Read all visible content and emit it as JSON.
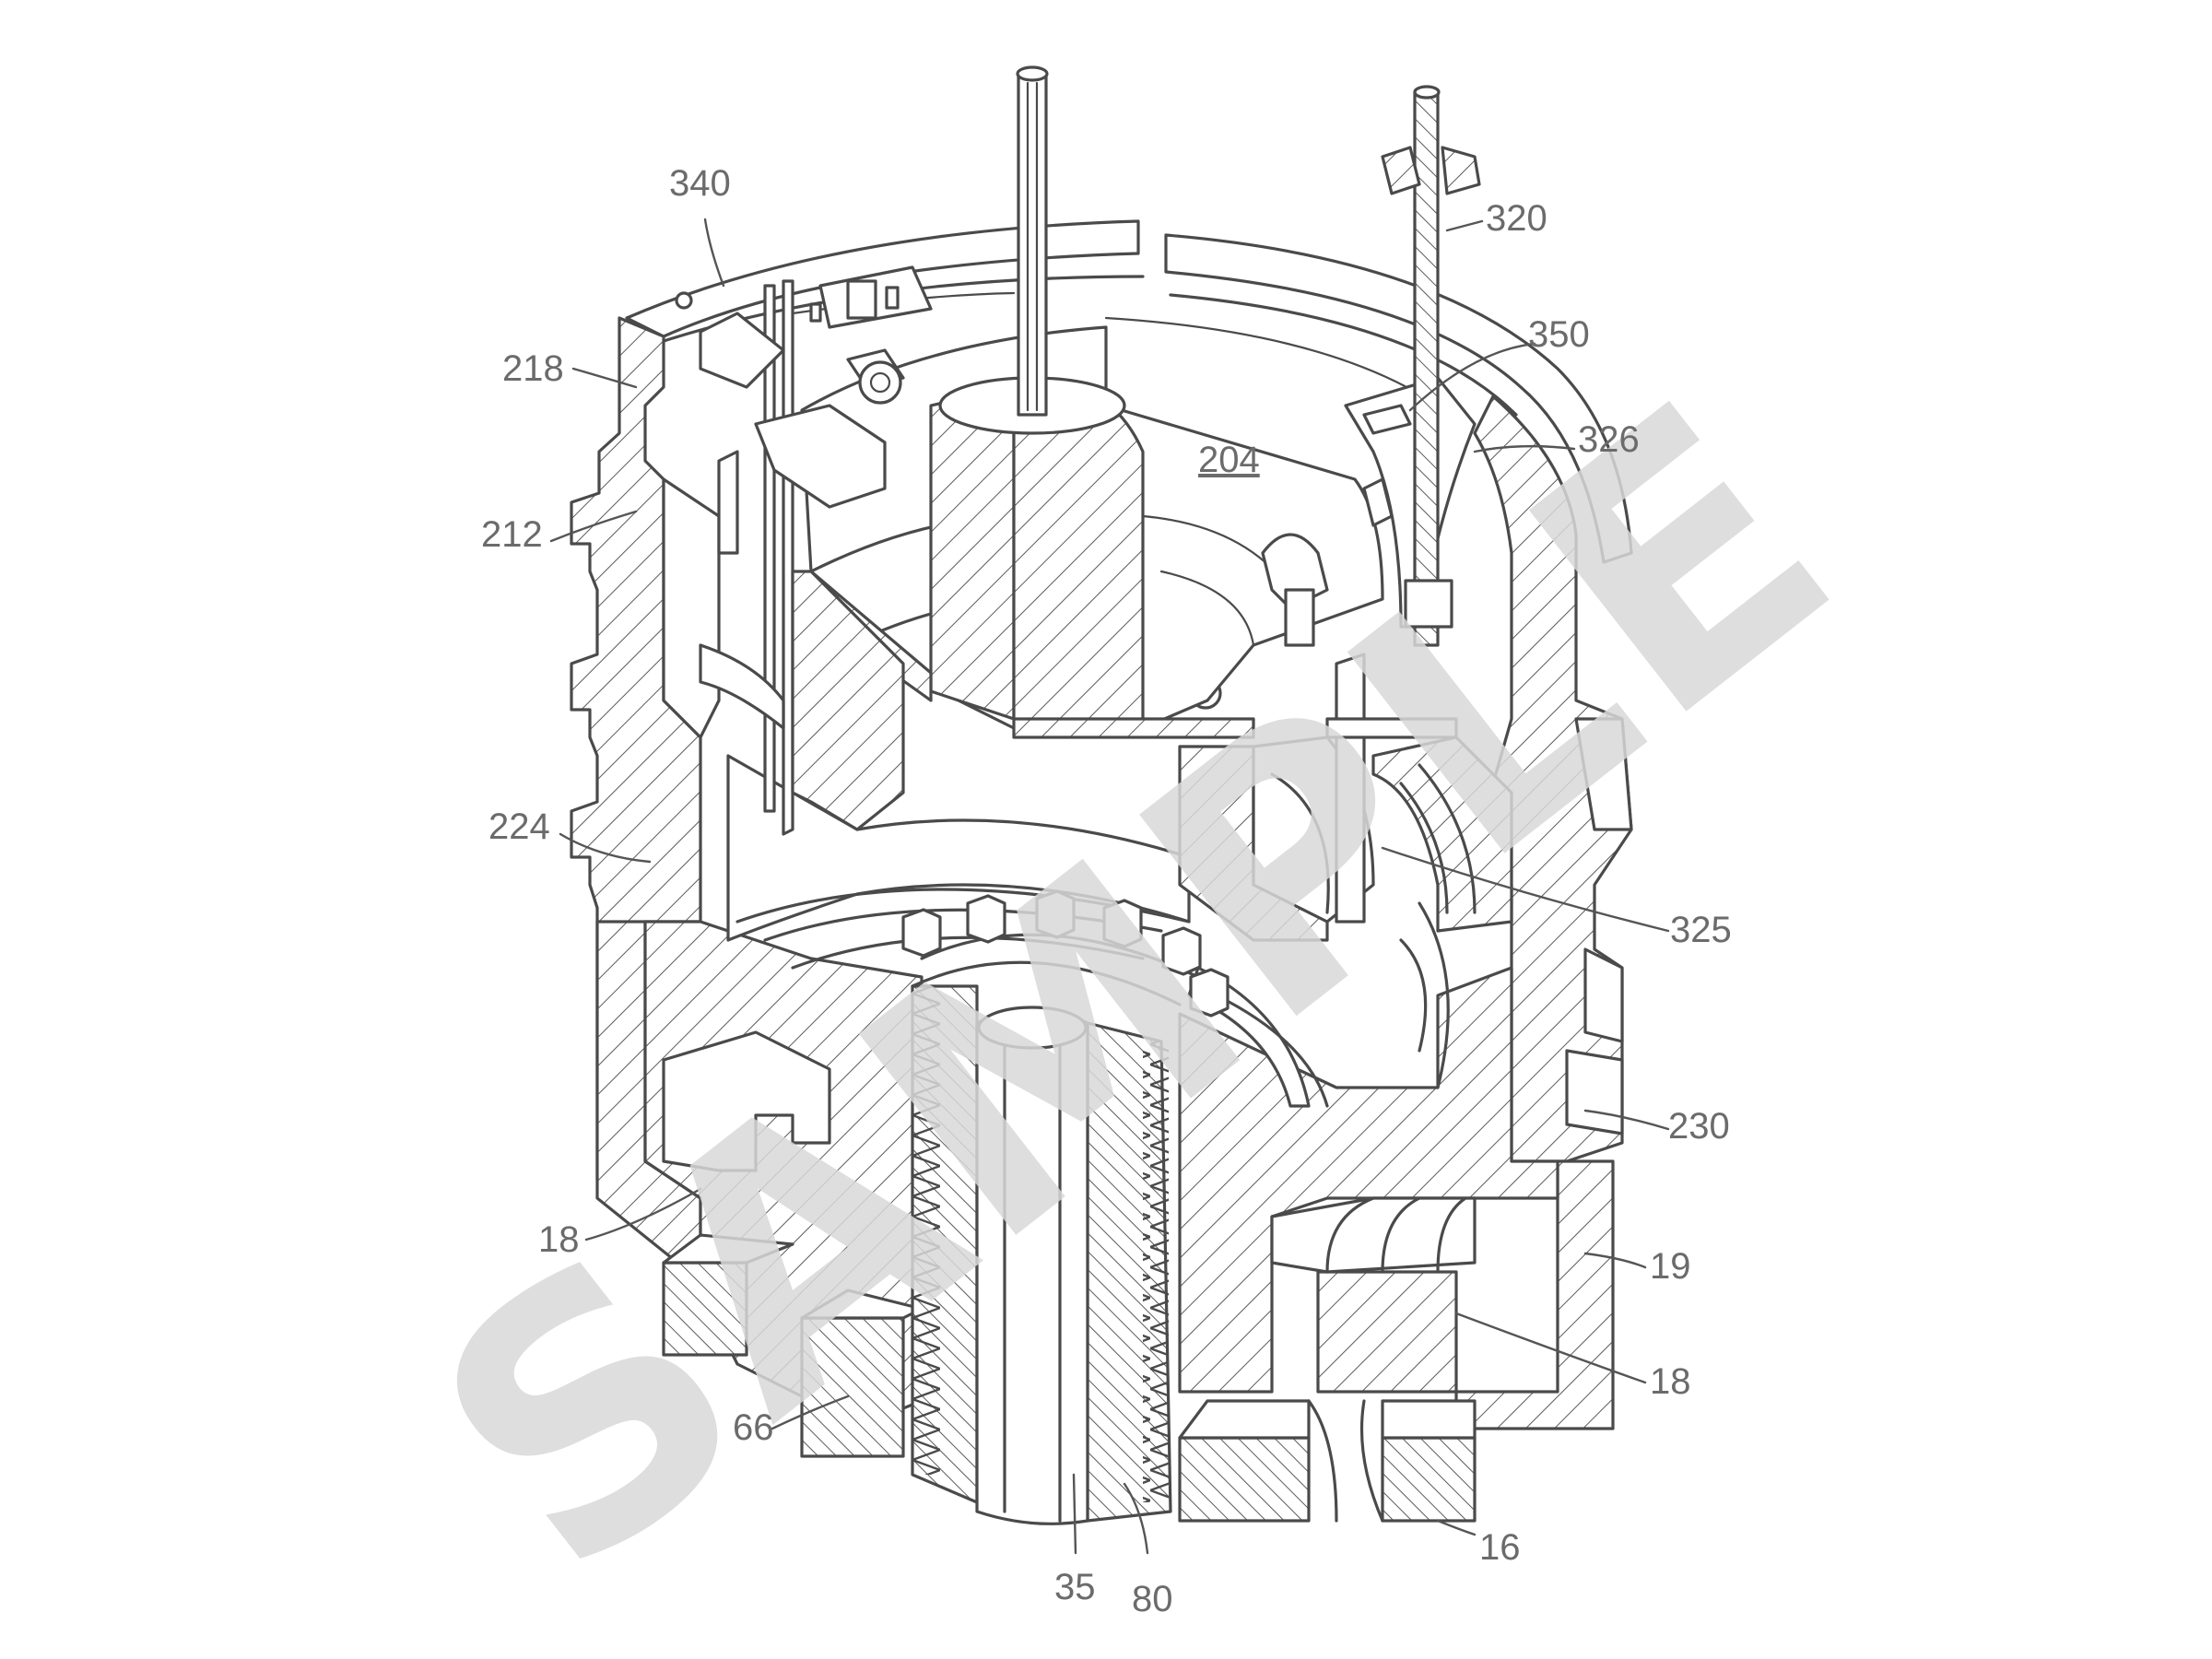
{
  "watermark": "SAMPLE",
  "callouts": [
    {
      "id": "340",
      "text": "340"
    },
    {
      "id": "320",
      "text": "320"
    },
    {
      "id": "350",
      "text": "350"
    },
    {
      "id": "218",
      "text": "218"
    },
    {
      "id": "326",
      "text": "326"
    },
    {
      "id": "204",
      "text": "204"
    },
    {
      "id": "212",
      "text": "212"
    },
    {
      "id": "224",
      "text": "224"
    },
    {
      "id": "325",
      "text": "325"
    },
    {
      "id": "230",
      "text": "230"
    },
    {
      "id": "18a",
      "text": "18"
    },
    {
      "id": "19",
      "text": "19"
    },
    {
      "id": "18b",
      "text": "18"
    },
    {
      "id": "66",
      "text": "66"
    },
    {
      "id": "16",
      "text": "16"
    },
    {
      "id": "35",
      "text": "35"
    },
    {
      "id": "80",
      "text": "80"
    }
  ],
  "colors": {
    "line": "#4a4a4a",
    "label": "#6b6b6b",
    "watermark": "#d9d9d9",
    "background": "#ffffff"
  }
}
